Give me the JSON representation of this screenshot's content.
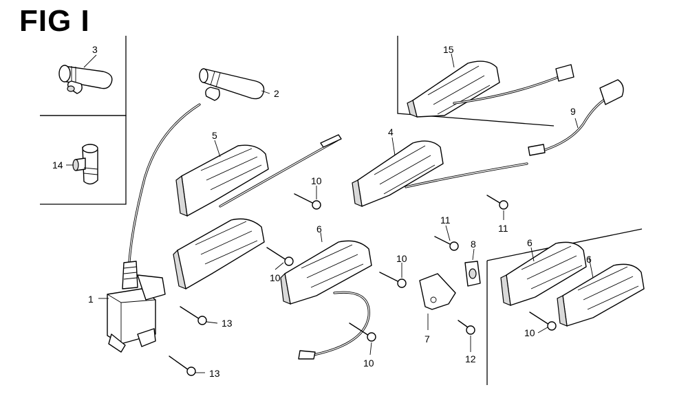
{
  "figure": {
    "title": "FIG I"
  },
  "callouts": {
    "c1": "1",
    "c2": "2",
    "c3": "3",
    "c4": "4",
    "c5": "5",
    "c6a": "6",
    "c6b": "6",
    "c6c": "6",
    "c7": "7",
    "c8": "8",
    "c9": "9",
    "c10a": "10",
    "c10b": "10",
    "c10c": "10",
    "c10d": "10",
    "c10e": "10",
    "c11a": "11",
    "c11b": "11",
    "c12": "12",
    "c13a": "13",
    "c13b": "13",
    "c14": "14",
    "c15": "15"
  },
  "colors": {
    "line": "#000000",
    "background": "#ffffff",
    "fill_light": "#d9d9d9"
  }
}
